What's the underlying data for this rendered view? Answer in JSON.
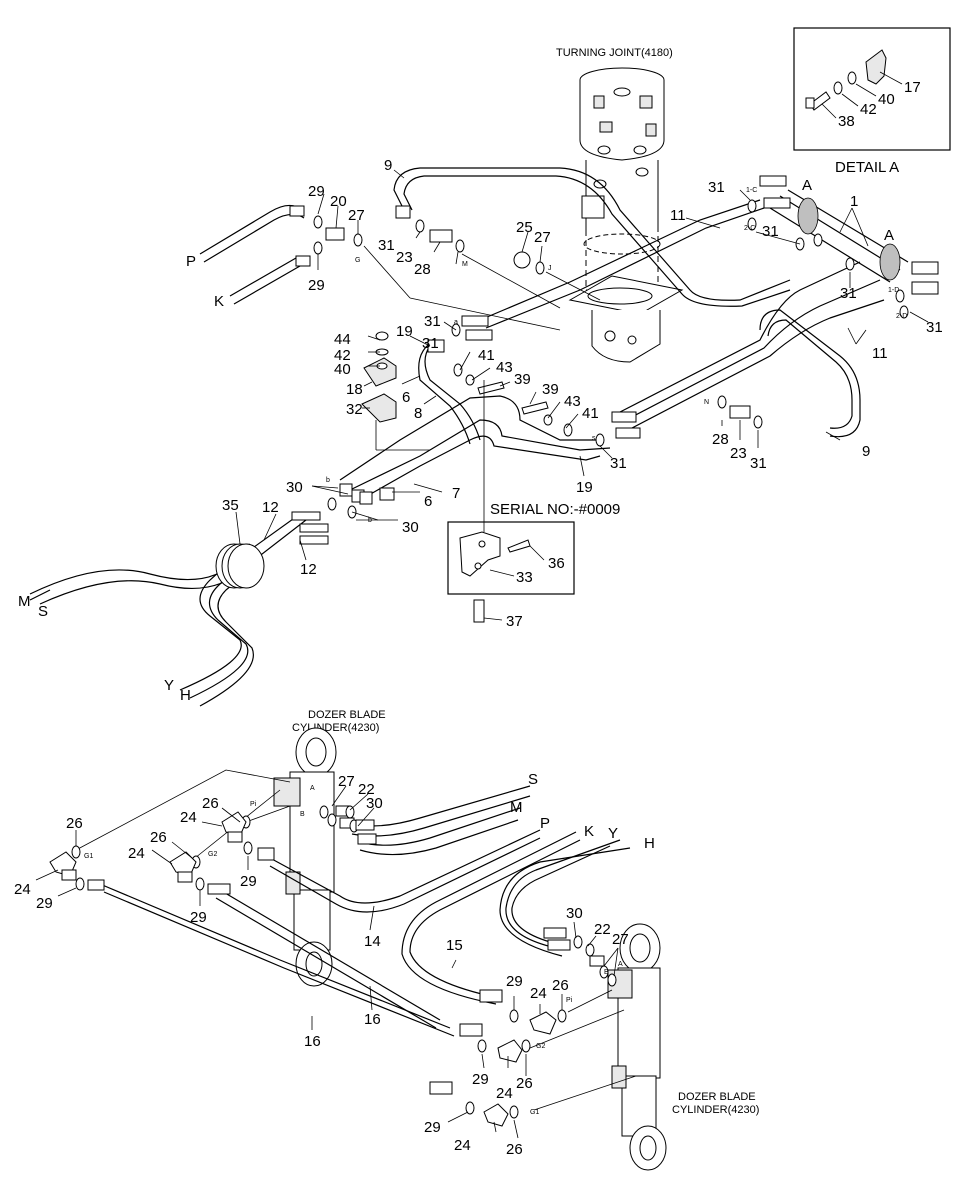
{
  "titles": {
    "turning_joint": "TURNING JOINT(4180)",
    "detail_a": "DETAIL A",
    "serial": "SERIAL NO:-#0009",
    "dozer_cyl_1_line1": "DOZER BLADE",
    "dozer_cyl_1_line2": "CYLINDER(4230)",
    "dozer_cyl_2_line1": "DOZER BLADE",
    "dozer_cyl_2_line2": "CYLINDER(4230)"
  },
  "detail_a_labels": [
    "17",
    "40",
    "42",
    "38"
  ],
  "serial_box_labels": [
    "36",
    "33",
    "37"
  ],
  "letters": {
    "P": "P",
    "K": "K",
    "M": "M",
    "S": "S",
    "Y": "Y",
    "H": "H",
    "A1": "A",
    "A2": "A"
  },
  "small_ports": {
    "g": "G",
    "m": "M",
    "j": "J",
    "n": "N",
    "a": "a",
    "b1": "b",
    "b2": "b",
    "s": "s",
    "c1": "1-C",
    "c2": "2-C",
    "d1": "1-D",
    "d2": "2-D",
    "pi1": "Pi",
    "g2a": "G2",
    "g1a": "G1",
    "b_lower": "B",
    "a_lower": "A",
    "pi2": "Pi",
    "g2b": "G2",
    "g1b": "G1",
    "b_lower2": "B",
    "a_lower2": "A"
  },
  "callouts": {
    "upper": [
      "9",
      "29",
      "20",
      "27",
      "31",
      "23",
      "28",
      "25",
      "27",
      "11",
      "31",
      "1",
      "31",
      "31",
      "11",
      "31",
      "29",
      "44",
      "42",
      "40",
      "18",
      "32",
      "19",
      "31",
      "41",
      "43",
      "39",
      "39",
      "43",
      "41",
      "6",
      "8",
      "28",
      "23",
      "31",
      "9",
      "31",
      "19",
      "30",
      "6",
      "7",
      "35",
      "12",
      "12",
      "30",
      "31"
    ],
    "lower": [
      "27",
      "22",
      "30",
      "26",
      "24",
      "26",
      "24",
      "26",
      "24",
      "29",
      "29",
      "29",
      "14",
      "16",
      "16",
      "15",
      "29",
      "24",
      "26",
      "30",
      "22",
      "27",
      "26",
      "29",
      "24",
      "29",
      "24",
      "26"
    ]
  }
}
